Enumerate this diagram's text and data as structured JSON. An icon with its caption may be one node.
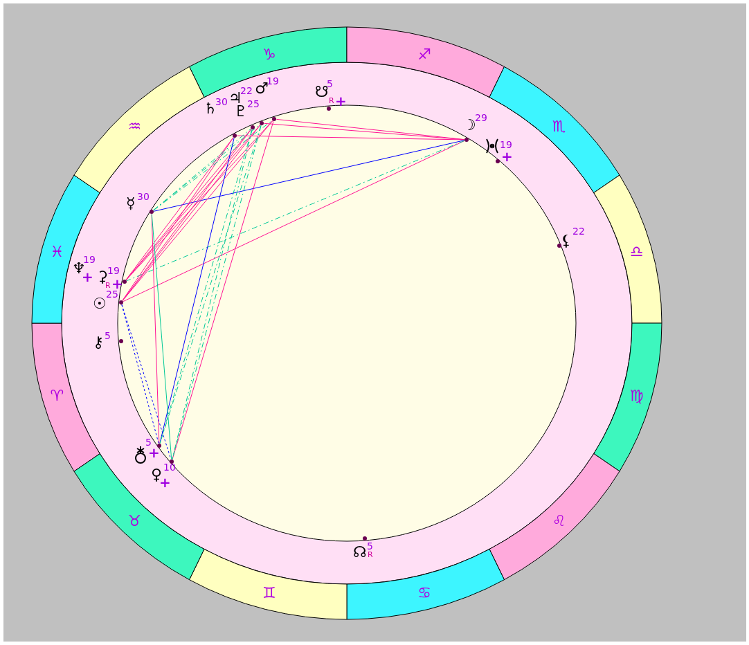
{
  "diagram": {
    "nodes": [
      {
        "text": [
          "♑"
        ]
      },
      {
        "text": [
          "♐"
        ]
      },
      {
        "text": [
          "♏"
        ]
      },
      {
        "text": [
          "♎"
        ]
      },
      {
        "text": [
          "♍"
        ]
      },
      {
        "text": [
          "♌"
        ]
      },
      {
        "text": [
          "♋"
        ]
      },
      {
        "text": [
          "♊"
        ]
      },
      {
        "text": [
          "♉"
        ]
      },
      {
        "text": [
          "♈"
        ]
      },
      {
        "text": [
          "♓"
        ]
      },
      {
        "text": [
          "♒"
        ]
      },
      {
        "text": [],
        "shape": "circle",
        "beside": [
          "♄",
          "30"
        ]
      },
      {
        "text": [],
        "shape": "circle",
        "beside": [
          "♃",
          "22"
        ]
      },
      {
        "text": [],
        "shape": "circle",
        "beside": [
          "♂",
          "19"
        ]
      },
      {
        "text": [],
        "shape": "circle",
        "beside": [
          "♇",
          "25"
        ]
      },
      {
        "text": [],
        "shape": "circle",
        "beside": [
          "☋",
          "5",
          "R",
          "+"
        ]
      },
      {
        "text": [],
        "shape": "circle",
        "beside": [
          "☽",
          "29"
        ]
      },
      {
        "text": [],
        "shape": "circle",
        "beside": [
          "19",
          "+"
        ]
      },
      {
        "text": [],
        "shape": "circle",
        "beside": [
          "⚸",
          "22"
        ]
      },
      {
        "text": [],
        "shape": "circle",
        "beside": [
          "☿",
          "30"
        ]
      },
      {
        "text": [],
        "shape": "circle",
        "beside": [
          "⚳",
          "19",
          "R",
          "+"
        ]
      },
      {
        "text": [],
        "shape": "circle",
        "beside": [
          "☉",
          "25"
        ]
      },
      {
        "text": [],
        "shape": "circle",
        "beside": [
          "⚷",
          "5"
        ]
      },
      {
        "text": [],
        "shape": "circle",
        "beside": [
          "5",
          "+"
        ]
      },
      {
        "text": [],
        "shape": "circle",
        "beside": [
          "♀",
          "10",
          "+"
        ]
      },
      {
        "text": [],
        "shape": "circle",
        "beside": [
          "☊",
          "5",
          "R"
        ]
      }
    ],
    "edges": [
      {
        "from": 17,
        "to": 14,
        "arrow": "none"
      },
      {
        "from": 17,
        "to": 13,
        "arrow": "none"
      },
      {
        "from": 17,
        "to": 15,
        "arrow": "none"
      },
      {
        "from": 17,
        "to": 20,
        "arrow": "none",
        "color": "#0000ff"
      },
      {
        "from": 17,
        "to": 22,
        "arrow": "none"
      },
      {
        "from": 17,
        "to": 21,
        "arrow": "none",
        "style": "dashed",
        "color": "#00c896"
      },
      {
        "from": 22,
        "to": 15,
        "arrow": "none"
      },
      {
        "from": 22,
        "to": 12,
        "arrow": "none"
      },
      {
        "from": 22,
        "to": 13,
        "arrow": "none"
      },
      {
        "from": 22,
        "to": 14,
        "arrow": "none"
      },
      {
        "from": 21,
        "to": 15,
        "arrow": "none"
      },
      {
        "from": 21,
        "to": 12,
        "arrow": "none"
      },
      {
        "from": 21,
        "to": 13,
        "arrow": "none"
      },
      {
        "from": 21,
        "to": 14,
        "arrow": "none"
      },
      {
        "from": 20,
        "to": 12,
        "arrow": "none",
        "style": "dashed",
        "color": "#00c896"
      },
      {
        "from": 20,
        "to": 13,
        "arrow": "none",
        "style": "dashed",
        "color": "#00c896"
      },
      {
        "from": 20,
        "to": 14,
        "arrow": "none",
        "style": "dashed",
        "color": "#00c896"
      },
      {
        "from": 15,
        "to": 24,
        "arrow": "none",
        "color": "#0000ff"
      },
      {
        "from": 14,
        "to": 25,
        "arrow": "none"
      },
      {
        "from": 12,
        "to": 24,
        "arrow": "none",
        "style": "dashed",
        "color": "#00c896"
      },
      {
        "from": 13,
        "to": 24,
        "arrow": "none",
        "style": "dashed",
        "color": "#00c896"
      },
      {
        "from": 12,
        "to": 25,
        "arrow": "none",
        "style": "dashed",
        "color": "#00c896"
      },
      {
        "from": 13,
        "to": 25,
        "arrow": "none",
        "style": "dashed",
        "color": "#00c896"
      },
      {
        "from": 20,
        "to": 24,
        "arrow": "none"
      },
      {
        "from": 20,
        "to": 25,
        "arrow": "none",
        "color": "#00c896"
      },
      {
        "from": 22,
        "to": 24,
        "arrow": "none",
        "style": "dashed",
        "color": "#0000ff"
      },
      {
        "from": 22,
        "to": 25,
        "arrow": "none",
        "style": "dashed",
        "color": "#0000ff"
      }
    ],
    "labels": [
      "♆",
      "19",
      "+"
    ]
  }
}
